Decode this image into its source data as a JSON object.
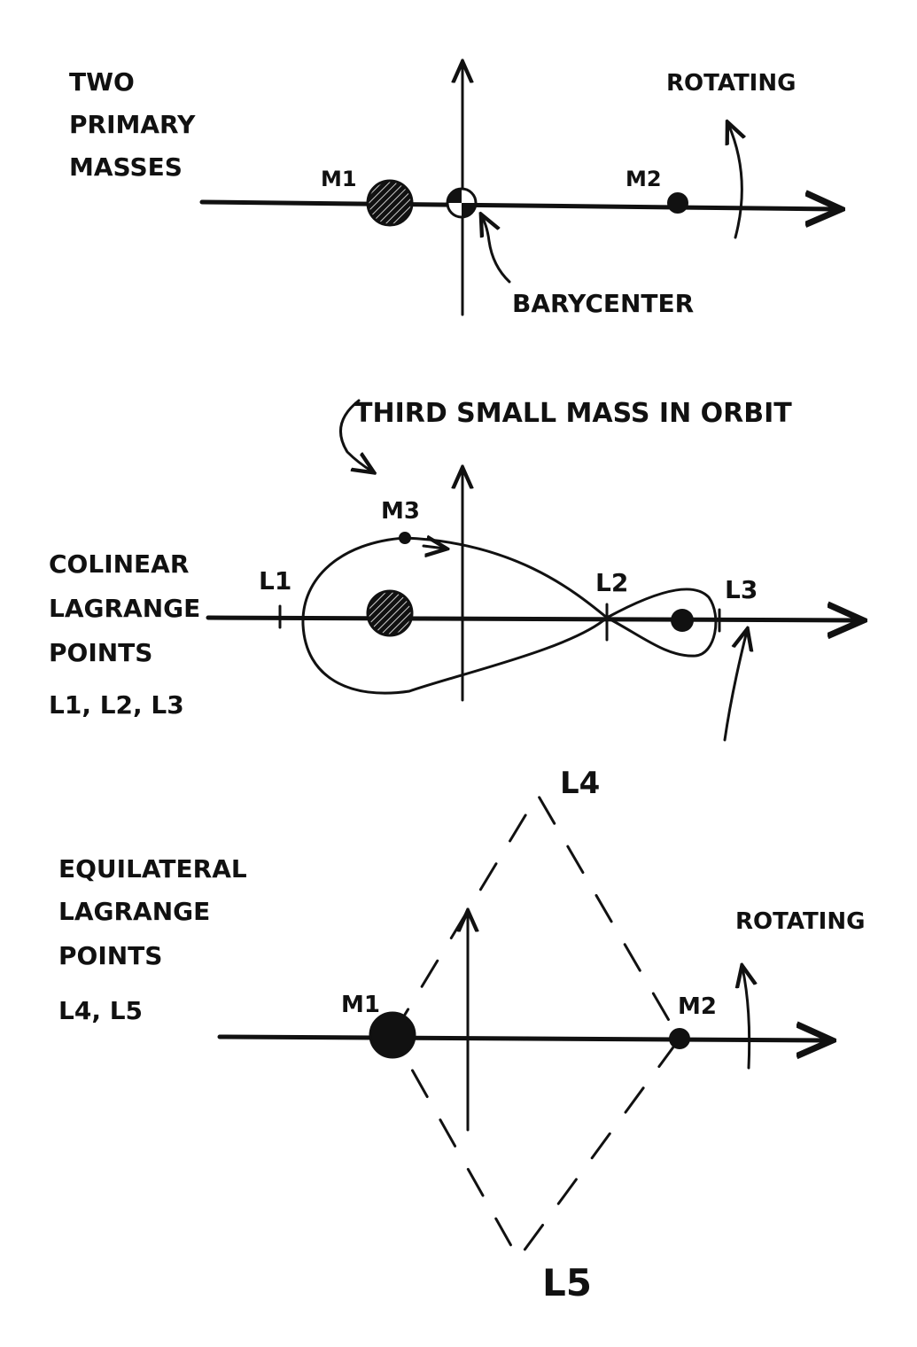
{
  "panel_top": {
    "caption": [
      "TWO",
      "PRIMARY",
      "MASSES"
    ],
    "m1_label": "M1",
    "m2_label": "M2",
    "rotating_label": "ROTATING",
    "barycenter_label": "BARYCENTER"
  },
  "panel_middle": {
    "third_mass_note": "THIRD SMALL MASS IN ORBIT",
    "m3_label": "M3",
    "caption": [
      "COLINEAR",
      "LAGRANGE",
      "POINTS",
      "L1, L2, L3"
    ],
    "l1_label": "L1",
    "l2_label": "L2",
    "l3_label": "L3"
  },
  "panel_bottom": {
    "caption": [
      "EQUILATERAL",
      "LAGRANGE",
      "POINTS",
      "L4, L5"
    ],
    "m1_label": "M1",
    "m2_label": "M2",
    "l4_label": "L4",
    "l5_label": "L5",
    "rotating_label": "ROTATING"
  },
  "colors": {
    "ink": "#111111",
    "paper": "#ffffff"
  }
}
